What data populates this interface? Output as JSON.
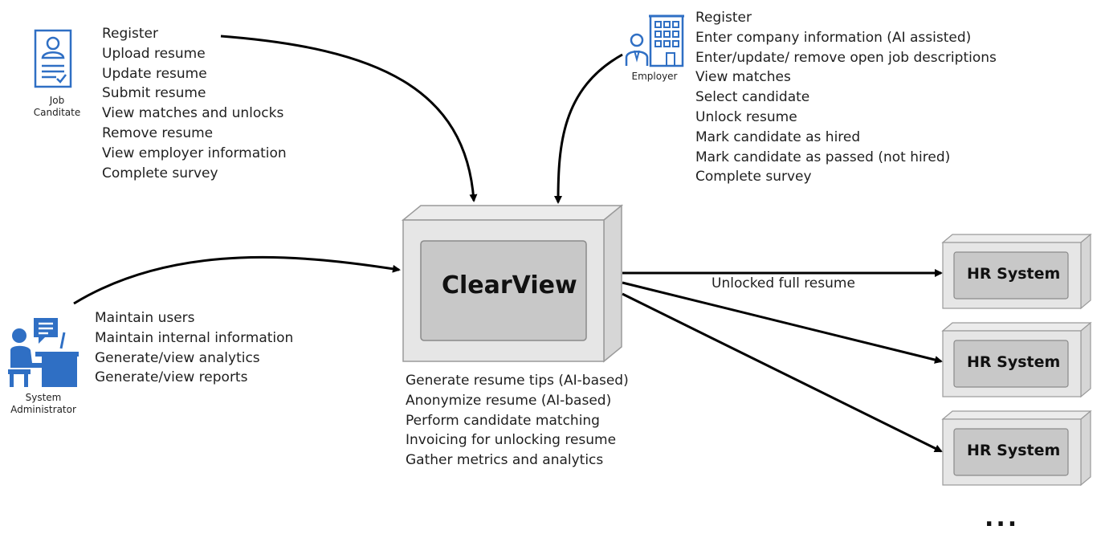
{
  "system": {
    "name": "ClearView"
  },
  "actors": {
    "candidate": {
      "label": "Job Canditate",
      "icon": "resume-person-icon",
      "actions": [
        "Register",
        "Upload resume",
        "Update resume",
        "Submit resume",
        "View matches and unlocks",
        "Remove resume",
        "View employer information",
        "Complete survey"
      ]
    },
    "employer": {
      "label": "Employer",
      "icon": "building-person-icon",
      "actions": [
        "Register",
        "Enter company information (AI assisted)",
        "Enter/update/ remove open job descriptions",
        "View matches",
        "Select candidate",
        "Unlock resume",
        "Mark candidate as hired",
        "Mark candidate as passed (not hired)",
        "Complete survey"
      ]
    },
    "admin": {
      "label": "System Administrator",
      "icon": "admin-desk-icon",
      "actions": [
        "Maintain users",
        "Maintain internal information",
        "Generate/view analytics",
        "Generate/view reports"
      ]
    }
  },
  "system_functions": [
    "Generate resume tips (AI-based)",
    "Anonymize resume (AI-based)",
    "Perform candidate matching",
    "Invoicing for unlocking resume",
    "Gather metrics and analytics"
  ],
  "hr_systems": [
    "HR System",
    "HR System",
    "HR System"
  ],
  "edge_label": "Unlocked full resume",
  "more_indicator": "...",
  "colors": {
    "icon_blue": "#2f6fc4",
    "box_face": "#e6e6e6",
    "box_inner": "#c8c8c8",
    "box_border": "#9a9a9a"
  }
}
